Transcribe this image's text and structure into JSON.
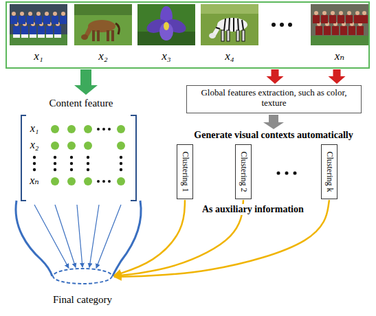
{
  "diagram": {
    "nodes": [
      {
        "text": [
          "x₁",
          "x₂",
          "x₃",
          "x₄",
          "xₙ"
        ]
      },
      {
        "text": [
          "Content feature",
          "x₁",
          "x₂",
          "xₙ"
        ]
      },
      {
        "text": [
          "Global features extraction, such as color, texture"
        ]
      },
      {
        "text": [
          "Clustering 1"
        ]
      },
      {
        "text": [
          "Clustering 2"
        ]
      },
      {
        "text": [
          "Clustering k"
        ]
      },
      {
        "text": [
          "Final category"
        ]
      }
    ],
    "edges": [
      {
        "from": 0,
        "to": 1,
        "arrow": "to"
      },
      {
        "from": 0,
        "to": 2,
        "arrow": "to"
      },
      {
        "from": 0,
        "to": 2,
        "arrow": "to"
      },
      {
        "from": 1,
        "to": 6,
        "arrow": "to"
      },
      {
        "from": 3,
        "to": 6,
        "arrow": "to"
      },
      {
        "from": 4,
        "to": 6,
        "arrow": "to"
      },
      {
        "from": 5,
        "to": 6,
        "arrow": "to"
      }
    ],
    "labels": [
      "Generate visual contexts automatically",
      "As auxiliary information"
    ]
  }
}
